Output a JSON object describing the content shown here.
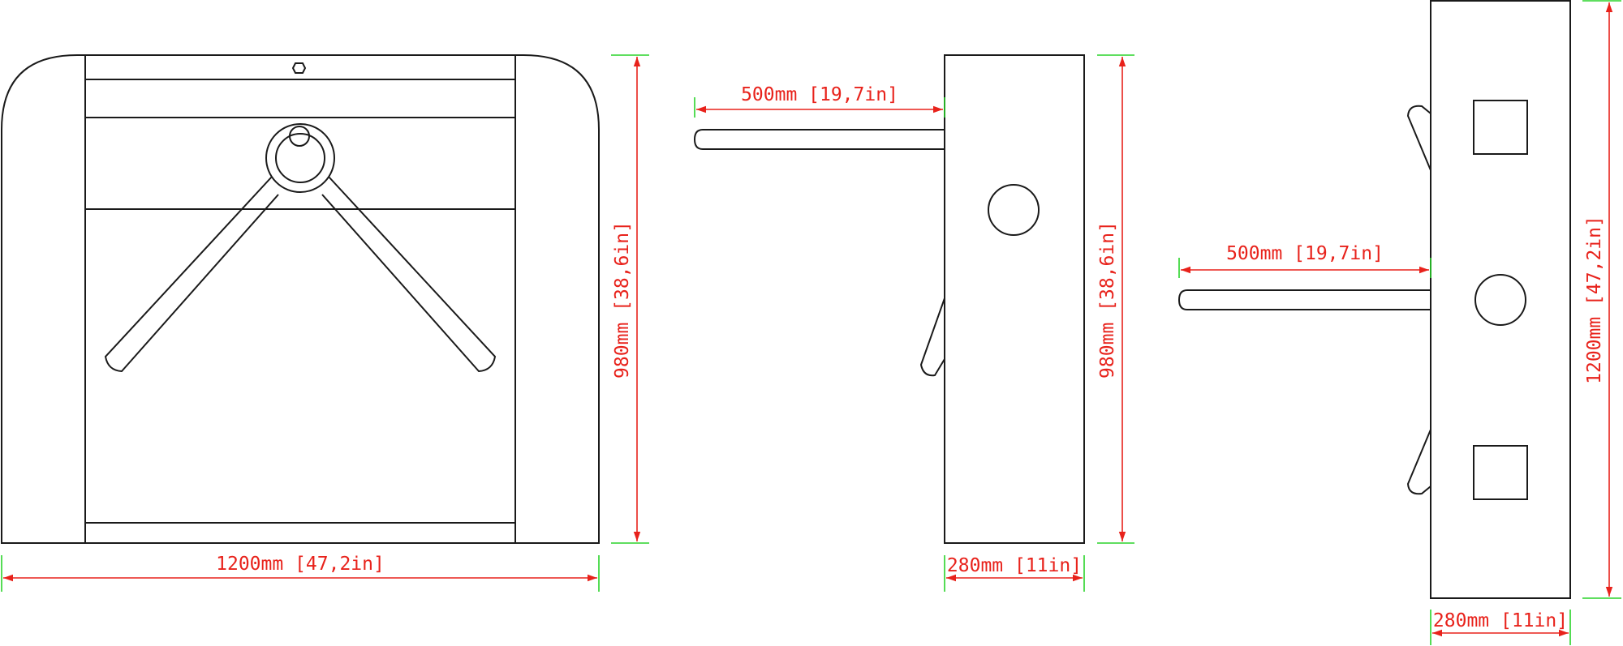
{
  "colors": {
    "outline": "#1a1a1a",
    "dimension": "#e8221b",
    "extension": "#2ad42a",
    "background": "#ffffff"
  },
  "front_view": {
    "width_label": "1200mm [47,2in]",
    "height_label": "980mm [38,6in]"
  },
  "side_view": {
    "arm_label": "500mm [19,7in]",
    "height_label": "980mm [38,6in]",
    "depth_label": "280mm [11in]"
  },
  "top_view": {
    "arm_label": "500mm [19,7in]",
    "length_label": "1200mm [47,2in]",
    "depth_label": "280mm [11in]"
  }
}
